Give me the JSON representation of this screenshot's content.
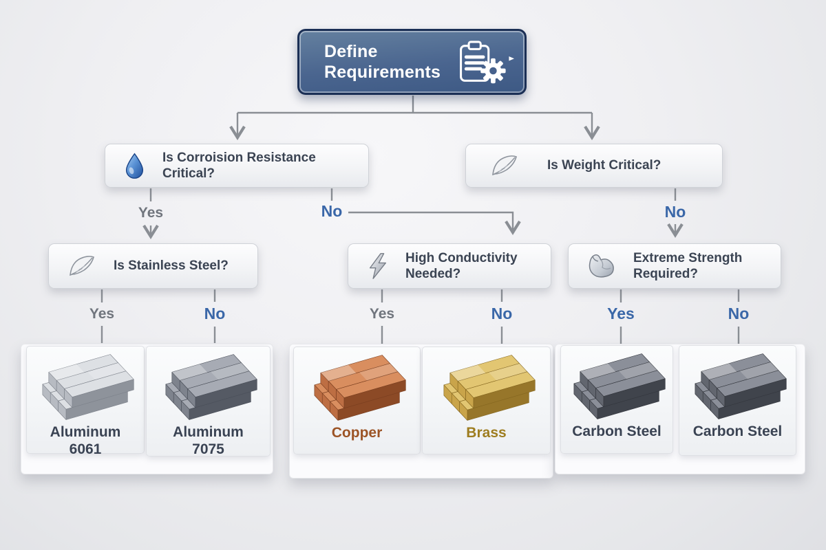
{
  "colors": {
    "accent_blue": "#3a67a8",
    "label_gray": "#70757d",
    "root_fill": "#49648f",
    "root_border": "#1b2f55",
    "connector_gray": "#8a8e94",
    "question_text": "#3b4453",
    "copper_text": "#9c5426",
    "brass_text": "#9e7d20"
  },
  "flow": {
    "root": {
      "label": "Define Requirements",
      "icon": "clipboard-gear-icon"
    },
    "questions": {
      "corrosion": {
        "label": "Is Corroision Resistance Critical?",
        "icon": "droplet-icon"
      },
      "weight": {
        "label": "Is Weight Critical?",
        "icon": "feather-icon"
      },
      "stainless": {
        "label": "Is Stainless Steel?",
        "icon": "feather-icon"
      },
      "conductivity": {
        "label": "High Conductivity Needed?",
        "icon": "lightning-icon"
      },
      "strength": {
        "label": "Extreme Strength Required?",
        "icon": "muscle-icon"
      }
    },
    "edges": {
      "corrosion_yes": "Yes",
      "corrosion_no": "No",
      "weight_no": "No",
      "stainless_yes": "Yes",
      "stainless_no": "No",
      "conductivity_yes": "Yes",
      "conductivity_no": "No",
      "strength_yes": "Yes",
      "strength_no": "No"
    }
  },
  "results": [
    {
      "label": "Aluminum 6061",
      "label_color": "#3a4353",
      "bars": {
        "top": "#dde0e4",
        "front": "#b7bbc2",
        "side": "#8e939b",
        "edge": "#7d828b"
      }
    },
    {
      "label": "Aluminum 7075",
      "label_color": "#3a4353",
      "bars": {
        "top": "#a7abb4",
        "front": "#7e838d",
        "side": "#555a64",
        "edge": "#4a4f59"
      }
    },
    {
      "label": "Copper",
      "label_color": "#9c5426",
      "bars": {
        "top": "#d98e5f",
        "front": "#bd6e43",
        "side": "#8c4a26",
        "edge": "#7a3f20"
      }
    },
    {
      "label": "Brass",
      "label_color": "#9e7d20",
      "bars": {
        "top": "#e2c672",
        "front": "#c9a44a",
        "side": "#97762a",
        "edge": "#84661f"
      }
    },
    {
      "label": "Carbon Steel",
      "label_color": "#3a4353",
      "bars": {
        "top": "#8b8f99",
        "front": "#62666f",
        "side": "#40444c",
        "edge": "#34373e"
      }
    },
    {
      "label": "Carbon Steel",
      "label_color": "#3a4353",
      "bars": {
        "top": "#8b8f99",
        "front": "#62666f",
        "side": "#40444c",
        "edge": "#34373e"
      }
    }
  ]
}
